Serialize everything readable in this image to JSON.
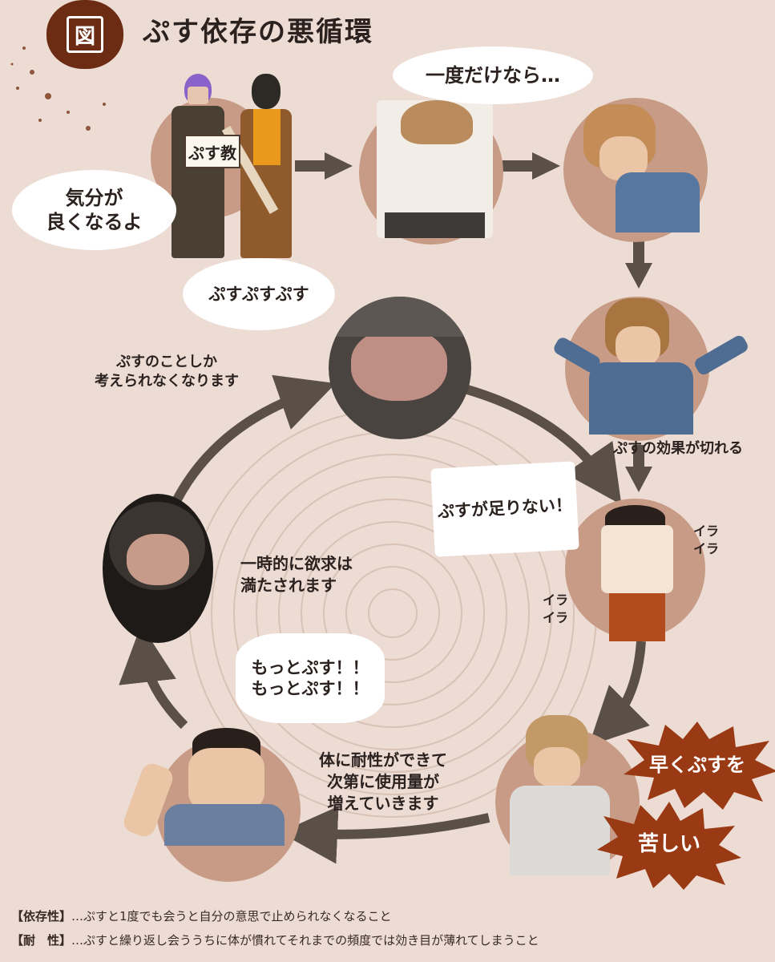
{
  "title": "ぷす依存の悪循環",
  "badge": "図",
  "bubbles": {
    "feel_good": "気分が\n良くなるよ",
    "just_once": "一度だけなら…",
    "pusu_repeat": "ぷすぷすぷす",
    "not_enough": "ぷすが足りない！",
    "more_pusu": "もっとぷす！！\nもっとぷす！！"
  },
  "labels": {
    "only_pusu": "ぷすのことしか\n考えられなくなります",
    "effect_wears_off": "ぷすの効果が切れる",
    "temporarily_satisfied": "一時的に欲求は\n満たされます",
    "tolerance": "体に耐性ができて\n次第に使用量が\n増えていきます",
    "ira1": "イラ\nイラ",
    "ira2": "イラ\nイラ",
    "hurry": "早くぷすを",
    "painful": "苦しい",
    "sign": "ぷす教"
  },
  "footer": {
    "line1_term": "【依存性】",
    "line1_text": "…ぷすと1度でも会うと自分の意思で止められなくなること",
    "line2_term": "【耐　性】",
    "line2_text": "…ぷすと繰り返し会ううちに体が慣れてそれまでの頻度では効き目が薄れてしまうこと"
  },
  "colors": {
    "background": "#ecdcd3",
    "arrow": "#5a5048",
    "accent": "#7a3416",
    "circle": "#c79b86",
    "burst": "#9a3a14"
  }
}
